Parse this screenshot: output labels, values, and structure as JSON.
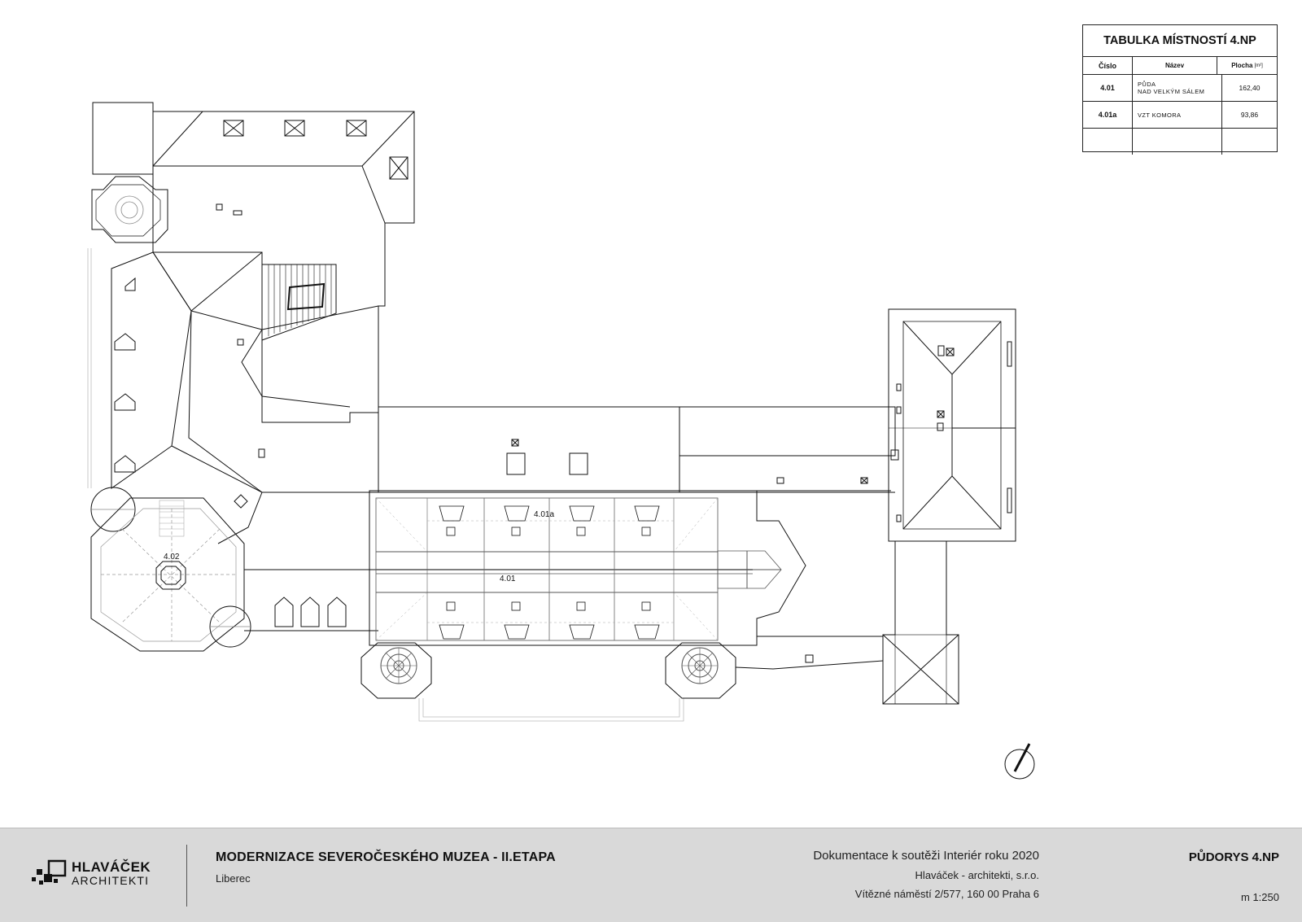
{
  "room_table": {
    "title": "TABULKA MÍSTNOSTÍ 4.NP",
    "headers": {
      "number": "Číslo",
      "name": "Název",
      "area": "Plocha",
      "area_unit": "[m²]"
    },
    "rows": [
      {
        "number": "4.01",
        "name_line1": "PŮDA",
        "name_line2": "NAD VELKÝM SÁLEM",
        "area": "162,40"
      },
      {
        "number": "4.01a",
        "name_line1": "VZT KOMORA",
        "name_line2": "",
        "area": "93,86"
      }
    ]
  },
  "plan_labels": {
    "room_401": "4.01",
    "room_401a": "4.01a",
    "room_402": "4.02"
  },
  "footer": {
    "logo_line1": "HLAVÁČEK",
    "logo_line2": "ARCHITEKTI",
    "project_title": "MODERNIZACE SEVEROČESKÉHO MUZEA - II.ETAPA",
    "project_city": "Liberec",
    "doc_line1": "Dokumentace k soutěži Interiér roku 2020",
    "doc_line2": "Hlaváček - architekti, s.r.o.",
    "doc_line3": "Vítězné náměstí 2/577, 160 00 Praha 6",
    "sheet_title": "PŮDORYS 4.NP",
    "scale": "m 1:250"
  },
  "colors": {
    "line": "#111111",
    "footer_bg": "#d9d9d9",
    "light_line": "#9a9a9a"
  }
}
